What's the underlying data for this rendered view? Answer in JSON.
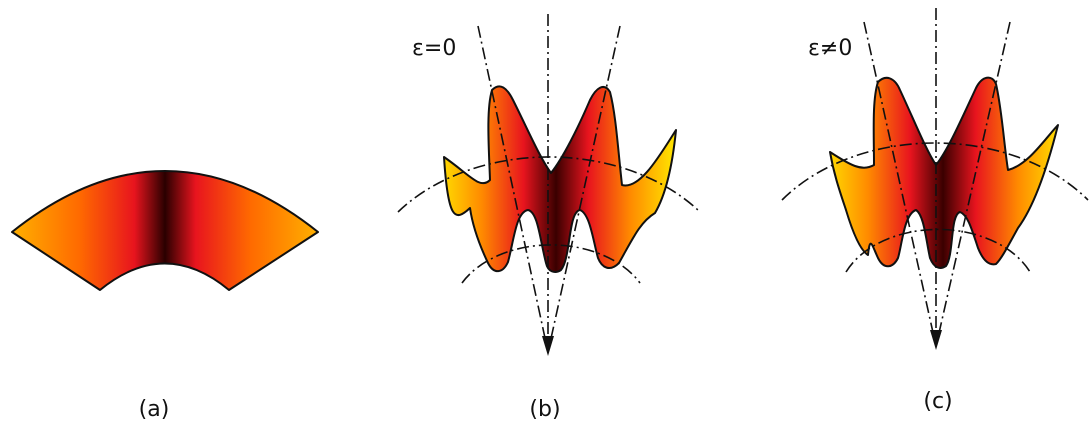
{
  "panels": [
    {
      "id": "a",
      "caption": "(a)",
      "annotation": ""
    },
    {
      "id": "b",
      "caption": "(b)",
      "annotation": "ε=0"
    },
    {
      "id": "c",
      "caption": "(c)",
      "annotation": "ε≠0"
    }
  ],
  "colors": {
    "gradient_outer": "#ffd400",
    "gradient_mid": "#e8141e",
    "gradient_center": "#3a0000",
    "outline": "#111111",
    "dash_lines": "#111111"
  }
}
